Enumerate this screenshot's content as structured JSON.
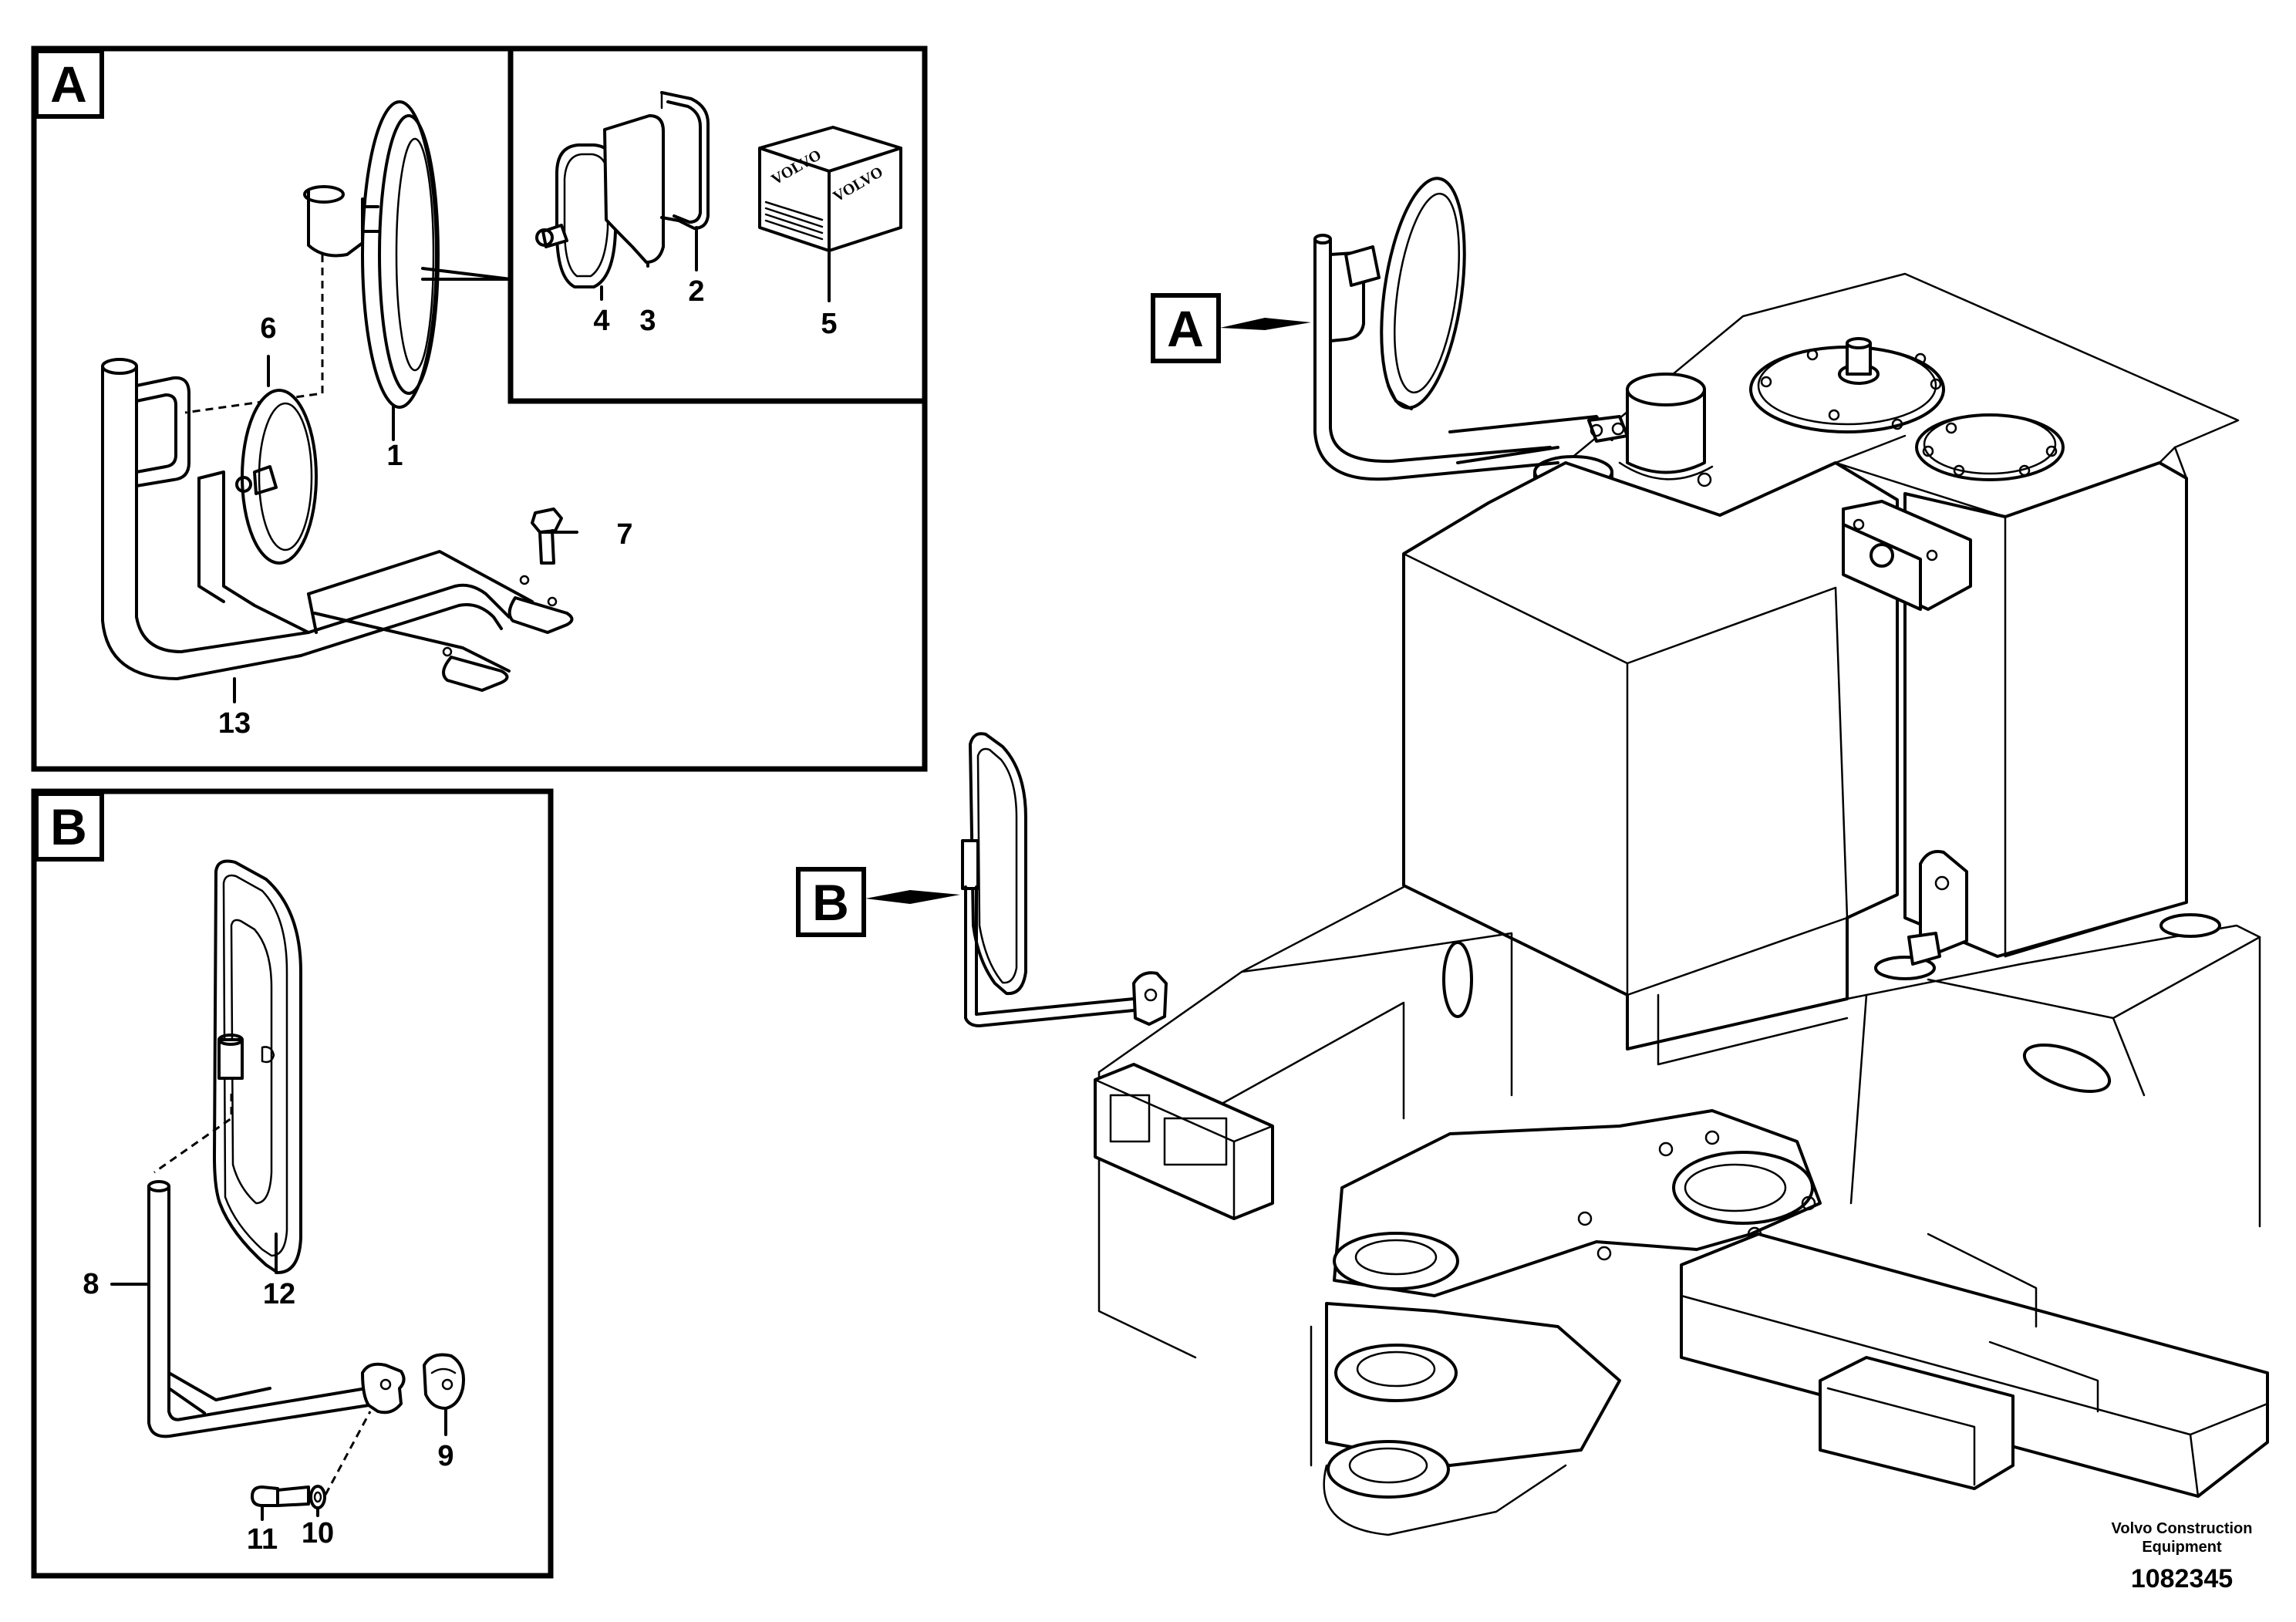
{
  "callouts": {
    "inset_a": "A",
    "inset_b": "B",
    "pointer_a": "A",
    "pointer_b": "B"
  },
  "parts": {
    "p1": "1",
    "p2": "2",
    "p3": "3",
    "p4": "4",
    "p5": "5",
    "p6": "6",
    "p7": "7",
    "p8": "8",
    "p9": "9",
    "p10": "10",
    "p11": "11",
    "p12": "12",
    "p13": "13"
  },
  "package_brand": "VOLVO",
  "footer": {
    "company_line1": "Volvo Construction",
    "company_line2": "Equipment",
    "drawing_number": "1082345"
  }
}
